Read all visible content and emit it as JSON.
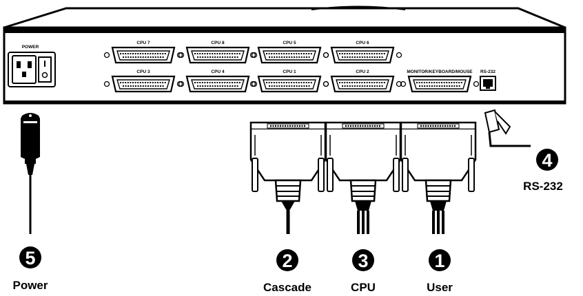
{
  "device": {
    "power_label": "POWER",
    "rs232_label": "RS-232",
    "ports_top": [
      "CPU 7",
      "CPU 8",
      "CPU 5",
      "CPU 6"
    ],
    "ports_bottom": [
      "CPU 3",
      "CPU 4",
      "CPU 1",
      "CPU 2",
      "MONITOR/KEYBOARD/MOUSE"
    ]
  },
  "callouts": [
    {
      "number": "1",
      "caption": "User"
    },
    {
      "number": "2",
      "caption": "Cascade"
    },
    {
      "number": "3",
      "caption": "CPU"
    },
    {
      "number": "4",
      "caption": "RS-232"
    },
    {
      "number": "5",
      "caption": "Power"
    }
  ]
}
